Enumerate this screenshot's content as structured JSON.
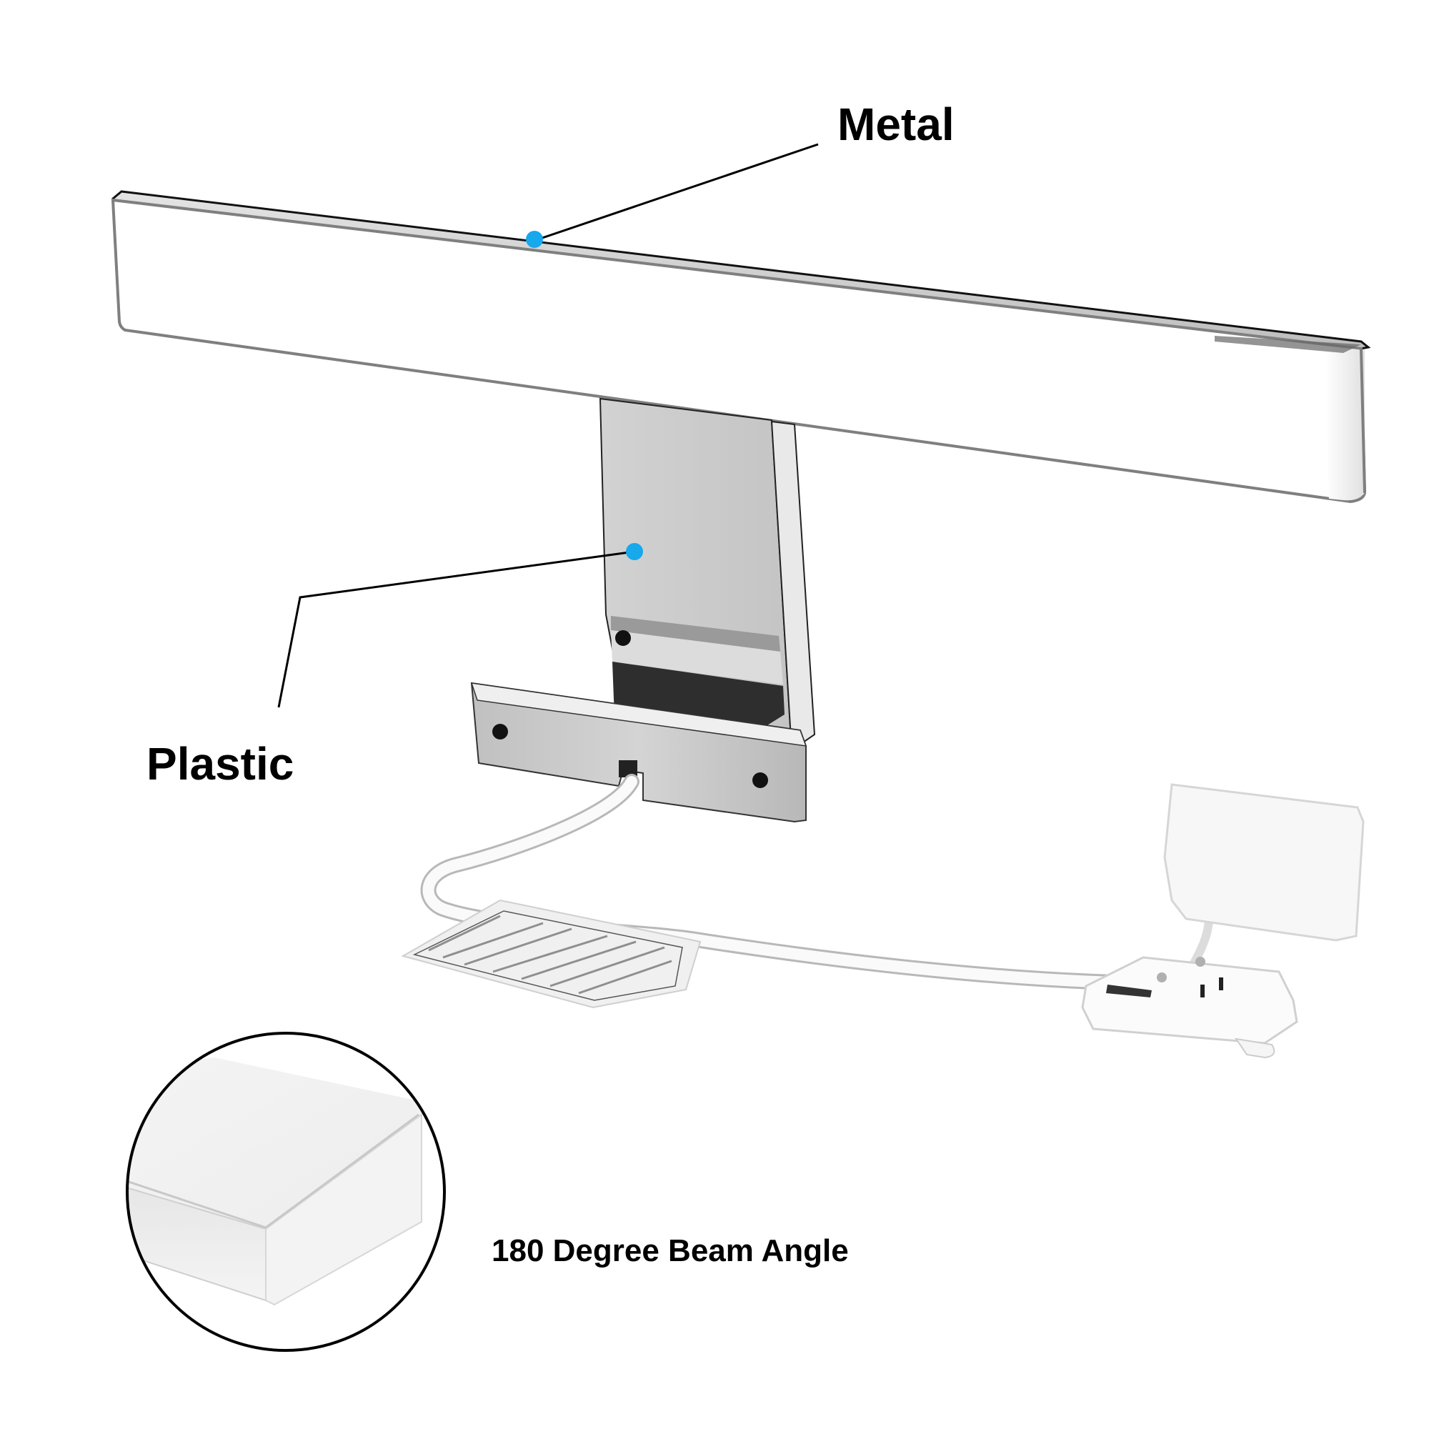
{
  "callouts": [
    {
      "id": "metal",
      "label": "Metal",
      "target": "top-edge-of-light-bar",
      "dot_color": "#18a8ec"
    },
    {
      "id": "plastic",
      "label": "Plastic",
      "target": "mounting-bracket",
      "dot_color": "#18a8ec"
    }
  ],
  "detail_inset": {
    "caption": "180 Degree Beam Angle",
    "subject": "end-cap-of-light-bar"
  },
  "components": {
    "light_bar": "LED mirror light bar",
    "bracket": "chrome mounting bracket",
    "cable": "white power cable",
    "tag": "instruction label tag",
    "terminal_box": "white junction terminal box"
  },
  "colors": {
    "callout_dot": "#18a8ec",
    "leader_line": "#000000",
    "bar_top": "#d8d8d8",
    "bar_outline": "#808080",
    "chrome": "#c8c8c8",
    "chrome_dark": "#333333"
  }
}
